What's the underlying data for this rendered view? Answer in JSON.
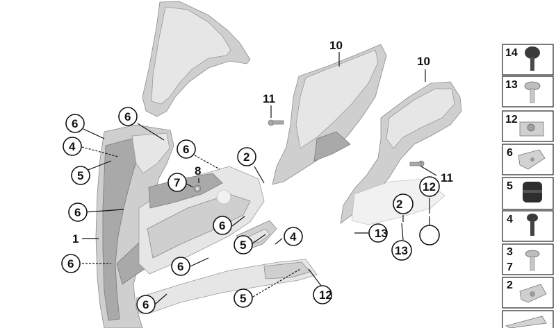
{
  "diagram": {
    "callouts": [
      {
        "id": "c10a",
        "label": "10"
      },
      {
        "id": "c10b",
        "label": "10"
      },
      {
        "id": "c11a",
        "label": "11"
      },
      {
        "id": "c11b",
        "label": "11"
      },
      {
        "id": "c6a",
        "label": "6"
      },
      {
        "id": "c6b",
        "label": "6"
      },
      {
        "id": "c4a",
        "label": "4"
      },
      {
        "id": "c5a",
        "label": "5"
      },
      {
        "id": "c6c",
        "label": "6"
      },
      {
        "id": "c8",
        "label": "8"
      },
      {
        "id": "c7",
        "label": "7"
      },
      {
        "id": "c2a",
        "label": "2"
      },
      {
        "id": "c6d",
        "label": "6"
      },
      {
        "id": "c1",
        "label": "1"
      },
      {
        "id": "c6e",
        "label": "6"
      },
      {
        "id": "c5b",
        "label": "5"
      },
      {
        "id": "c4b",
        "label": "4"
      },
      {
        "id": "c6f",
        "label": "6"
      },
      {
        "id": "c6g",
        "label": "6"
      },
      {
        "id": "c5c",
        "label": "5"
      },
      {
        "id": "c6h",
        "label": "6"
      },
      {
        "id": "c12a",
        "label": "12"
      },
      {
        "id": "c12b",
        "label": "12"
      },
      {
        "id": "c2b",
        "label": "2"
      },
      {
        "id": "c13a",
        "label": "13"
      },
      {
        "id": "c13b",
        "label": "13"
      }
    ],
    "legend": [
      {
        "label": "14",
        "icon": "plastic-rivet-icon"
      },
      {
        "label": "13",
        "icon": "torx-screw-icon"
      },
      {
        "label": "12",
        "icon": "speed-nut-icon"
      },
      {
        "label": "6",
        "icon": "clip-nut-icon"
      },
      {
        "label": "5",
        "icon": "rubber-grommet-icon"
      },
      {
        "label": "4",
        "icon": "push-rivet-icon"
      },
      {
        "label": "3",
        "label2": "7",
        "icon": "washer-screw-icon"
      },
      {
        "label": "2",
        "icon": "u-nut-icon"
      },
      {
        "label": "",
        "icon": "wedge-panel-icon"
      }
    ]
  }
}
